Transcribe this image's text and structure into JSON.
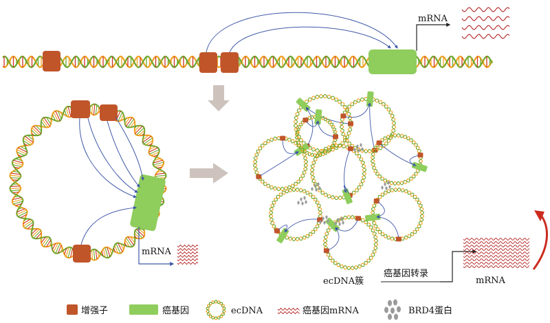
{
  "labels": {
    "top_mrna": "mRNA",
    "left_mrna": "mRNA",
    "hub_caption": "ecDNA簇",
    "transcription": "癌基因转录",
    "right_mrna": "mRNA"
  },
  "legend": [
    {
      "icon": "enhancer-icon",
      "label": "增强子"
    },
    {
      "icon": "oncogene-icon",
      "label": "癌基因"
    },
    {
      "icon": "ecdna-ring-icon",
      "label": "ecDNA"
    },
    {
      "icon": "oncogene-mrna-icon",
      "label": "癌基因mRNA"
    },
    {
      "icon": "brd4-protein-icon",
      "label": "BRD4蛋白"
    }
  ],
  "colors": {
    "enhancer": "#c0552a",
    "oncogene": "#8fcd5c",
    "dna_orange": "#f0a020",
    "dna_green": "#6aa62c",
    "dna_red": "#cc3322",
    "mrna": "#b32222",
    "interaction_arrow": "#3f58a8",
    "process_arrow": "#cdc3bc",
    "brd4": "#9a9a9a",
    "curved_arrow": "#cc2a1e"
  }
}
